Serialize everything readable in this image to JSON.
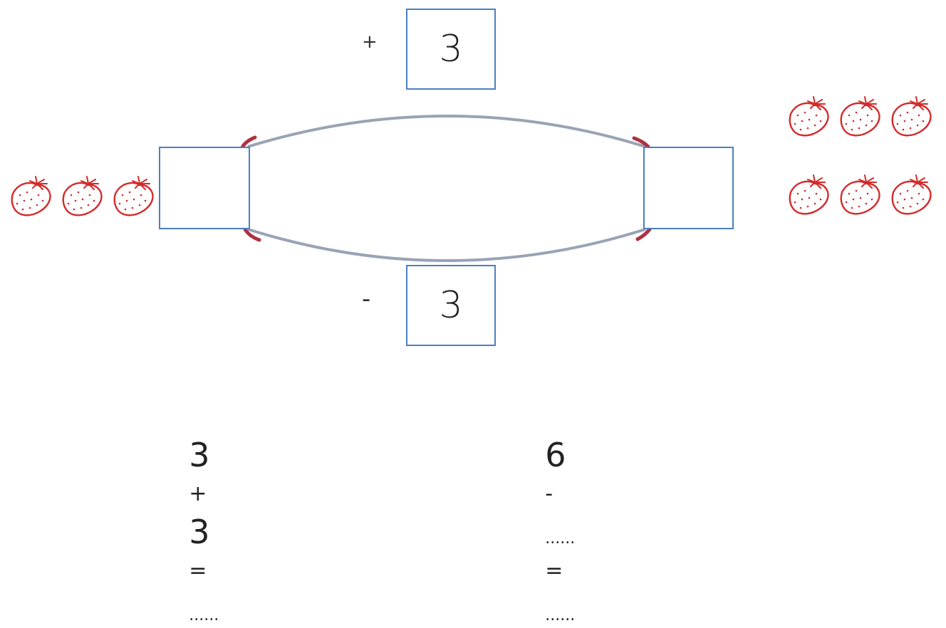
{
  "top_operation": {
    "sign": "+",
    "value": "3"
  },
  "bottom_operation": {
    "sign": "-",
    "value": "3"
  },
  "left_box": {
    "value": ""
  },
  "right_box": {
    "value": ""
  },
  "strawberries": {
    "left_count": 3,
    "right_rows": [
      3,
      3
    ],
    "color": "#d42a2a",
    "icon": "strawberry-icon"
  },
  "equation_1": {
    "a": "3",
    "op": "+",
    "b": "3",
    "eq": "=",
    "blank": "......"
  },
  "equation_2": {
    "a": "6",
    "op": "-",
    "blank1": "......",
    "eq": "=",
    "blank2": "......"
  },
  "colors": {
    "box_border": "#4a7fc1",
    "arc": "#9aa3b5",
    "arc_tip": "#b03040"
  }
}
